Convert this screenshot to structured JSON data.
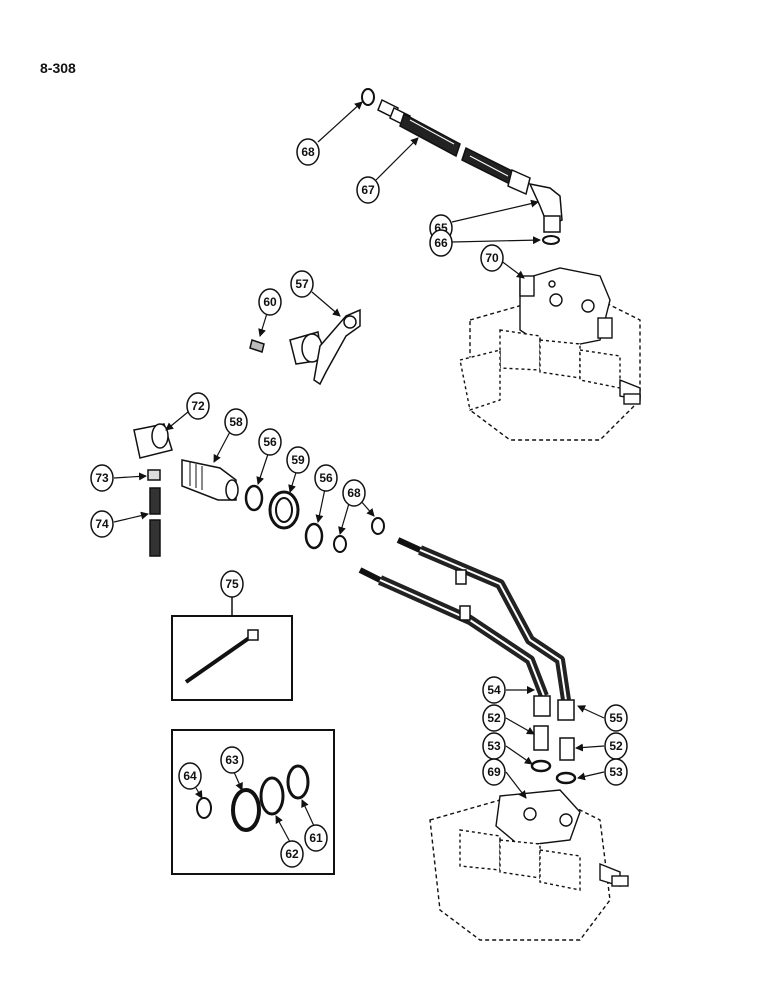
{
  "page": {
    "code": "8-308"
  },
  "callouts": [
    {
      "id": "c68a",
      "text": "68"
    },
    {
      "id": "c67",
      "text": "67"
    },
    {
      "id": "c65",
      "text": "65"
    },
    {
      "id": "c66",
      "text": "66"
    },
    {
      "id": "c70",
      "text": "70"
    },
    {
      "id": "c57",
      "text": "57"
    },
    {
      "id": "c60",
      "text": "60"
    },
    {
      "id": "c72",
      "text": "72"
    },
    {
      "id": "c58",
      "text": "58"
    },
    {
      "id": "c56a",
      "text": "56"
    },
    {
      "id": "c59",
      "text": "59"
    },
    {
      "id": "c56b",
      "text": "56"
    },
    {
      "id": "c68b",
      "text": "68"
    },
    {
      "id": "c73",
      "text": "73"
    },
    {
      "id": "c74",
      "text": "74"
    },
    {
      "id": "c54",
      "text": "54"
    },
    {
      "id": "c55",
      "text": "55"
    },
    {
      "id": "c52a",
      "text": "52"
    },
    {
      "id": "c52b",
      "text": "52"
    },
    {
      "id": "c53a",
      "text": "53"
    },
    {
      "id": "c53b",
      "text": "53"
    },
    {
      "id": "c69",
      "text": "69"
    },
    {
      "id": "c64",
      "text": "64"
    },
    {
      "id": "c63",
      "text": "63"
    },
    {
      "id": "c62",
      "text": "62"
    },
    {
      "id": "c61",
      "text": "61"
    }
  ],
  "inset_75": {
    "label": "75"
  }
}
